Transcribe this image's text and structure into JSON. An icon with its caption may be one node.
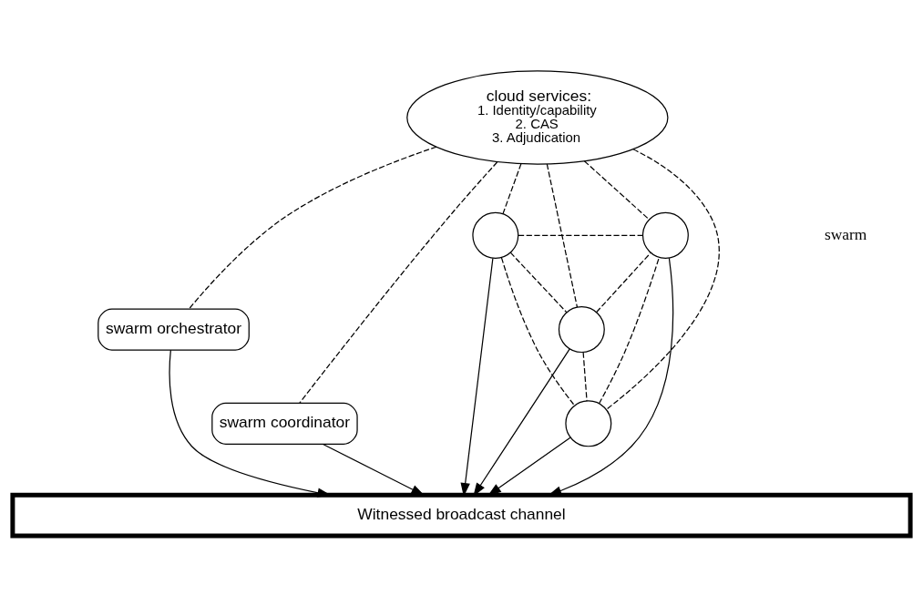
{
  "diagram": {
    "nodes": [
      {
        "text": [
          "cloud services:",
          "1. Identity/capability",
          "2. CAS",
          "3. Adjudication"
        ]
      },
      {
        "text": [
          "swarm orchestrator"
        ]
      },
      {
        "text": [
          "swarm coordinator"
        ]
      },
      {
        "text": [],
        "shape": "circle"
      },
      {
        "text": [],
        "shape": "circle"
      },
      {
        "text": [],
        "shape": "circle"
      },
      {
        "text": [],
        "shape": "circle"
      },
      {
        "text": [
          "Witnessed broadcast channel"
        ]
      }
    ],
    "edges": [
      {
        "from": 0,
        "to": 1,
        "arrow": "none",
        "style": "dashed"
      },
      {
        "from": 0,
        "to": 3,
        "arrow": "none",
        "style": "dashed"
      },
      {
        "from": 0,
        "to": 5,
        "arrow": "none",
        "style": "dashed"
      },
      {
        "from": 0,
        "to": 6,
        "arrow": "none",
        "style": "dashed"
      },
      {
        "from": 0,
        "to": 4,
        "arrow": "none",
        "style": "dashed"
      },
      {
        "from": 0,
        "to": 2,
        "arrow": "none",
        "style": "dashed"
      },
      {
        "from": 3,
        "to": 4,
        "arrow": "none",
        "style": "dashed"
      },
      {
        "from": 3,
        "to": 6,
        "arrow": "none",
        "style": "dashed"
      },
      {
        "from": 3,
        "to": 5,
        "arrow": "none",
        "style": "dashed"
      },
      {
        "from": 5,
        "to": 6,
        "arrow": "none",
        "style": "dashed"
      },
      {
        "from": 5,
        "to": 4,
        "arrow": "none",
        "style": "dashed"
      },
      {
        "from": 6,
        "to": 4,
        "arrow": "none",
        "style": "dashed"
      },
      {
        "from": 1,
        "to": 7,
        "arrow": "to"
      },
      {
        "from": 3,
        "to": 7,
        "arrow": "to"
      },
      {
        "from": 5,
        "to": 7,
        "arrow": "to"
      },
      {
        "from": 6,
        "to": 7,
        "arrow": "to"
      },
      {
        "from": 4,
        "to": 7,
        "arrow": "to"
      },
      {
        "from": 2,
        "to": 7,
        "arrow": "to"
      }
    ],
    "labels": [
      "swarm"
    ]
  }
}
